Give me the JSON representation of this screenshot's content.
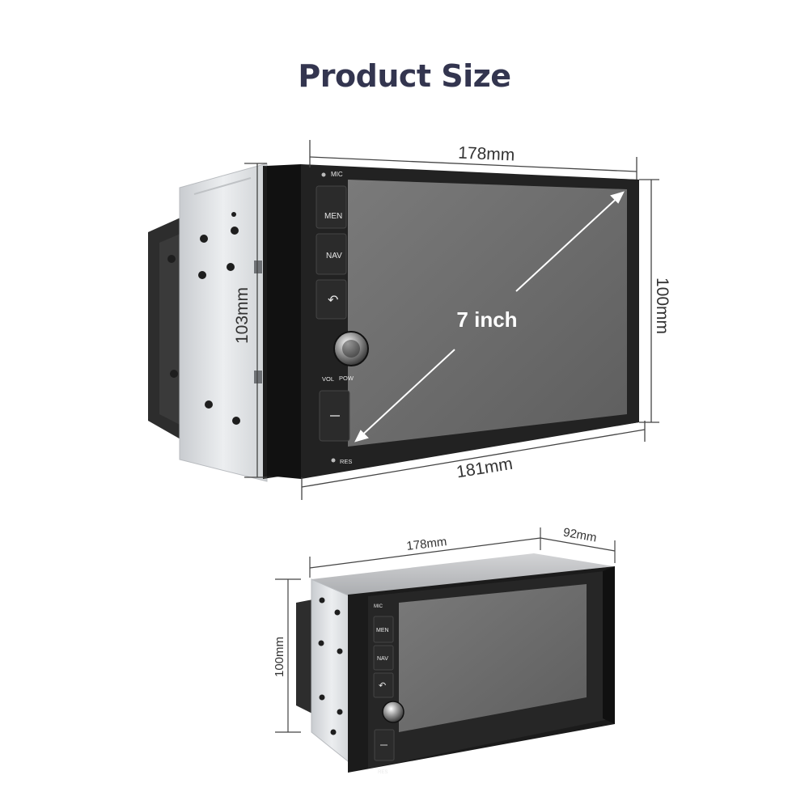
{
  "title": "Product Size",
  "top_view": {
    "width_top": "178mm",
    "width_bottom": "181mm",
    "height_left": "103mm",
    "height_right": "100mm",
    "diagonal": "7 inch",
    "labels": {
      "mic": "MIC",
      "menu": "MEN",
      "nav": "NAV",
      "vol": "VOL",
      "pow": "POW",
      "res": "RES"
    }
  },
  "bottom_view": {
    "width": "178mm",
    "depth": "92mm",
    "height": "100mm",
    "labels": {
      "mic": "MIC",
      "menu": "MEN",
      "nav": "NAV",
      "res": "RES"
    }
  },
  "colors": {
    "title": "#33354f",
    "frame": "#1f1f1f",
    "screen": "#6e6e6e",
    "chassis": "#d9dcdf",
    "bracket": "#2b2b2b"
  }
}
